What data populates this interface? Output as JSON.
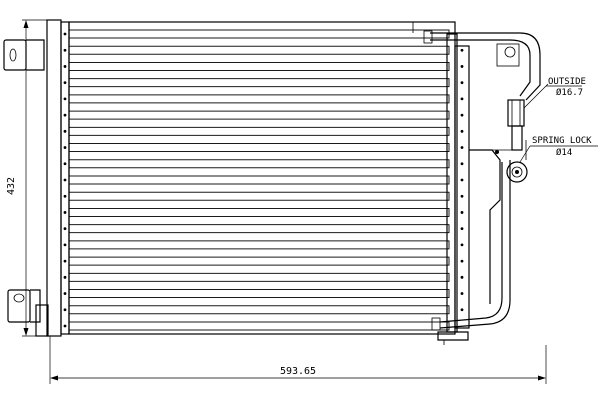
{
  "drawing": {
    "height_label": "432",
    "width_label": "593.65",
    "callouts": [
      {
        "title": "OUTSIDE",
        "value": "Ø16.7"
      },
      {
        "title": "SPRING LOCK",
        "value": "Ø14"
      }
    ],
    "tube_count": 19
  }
}
